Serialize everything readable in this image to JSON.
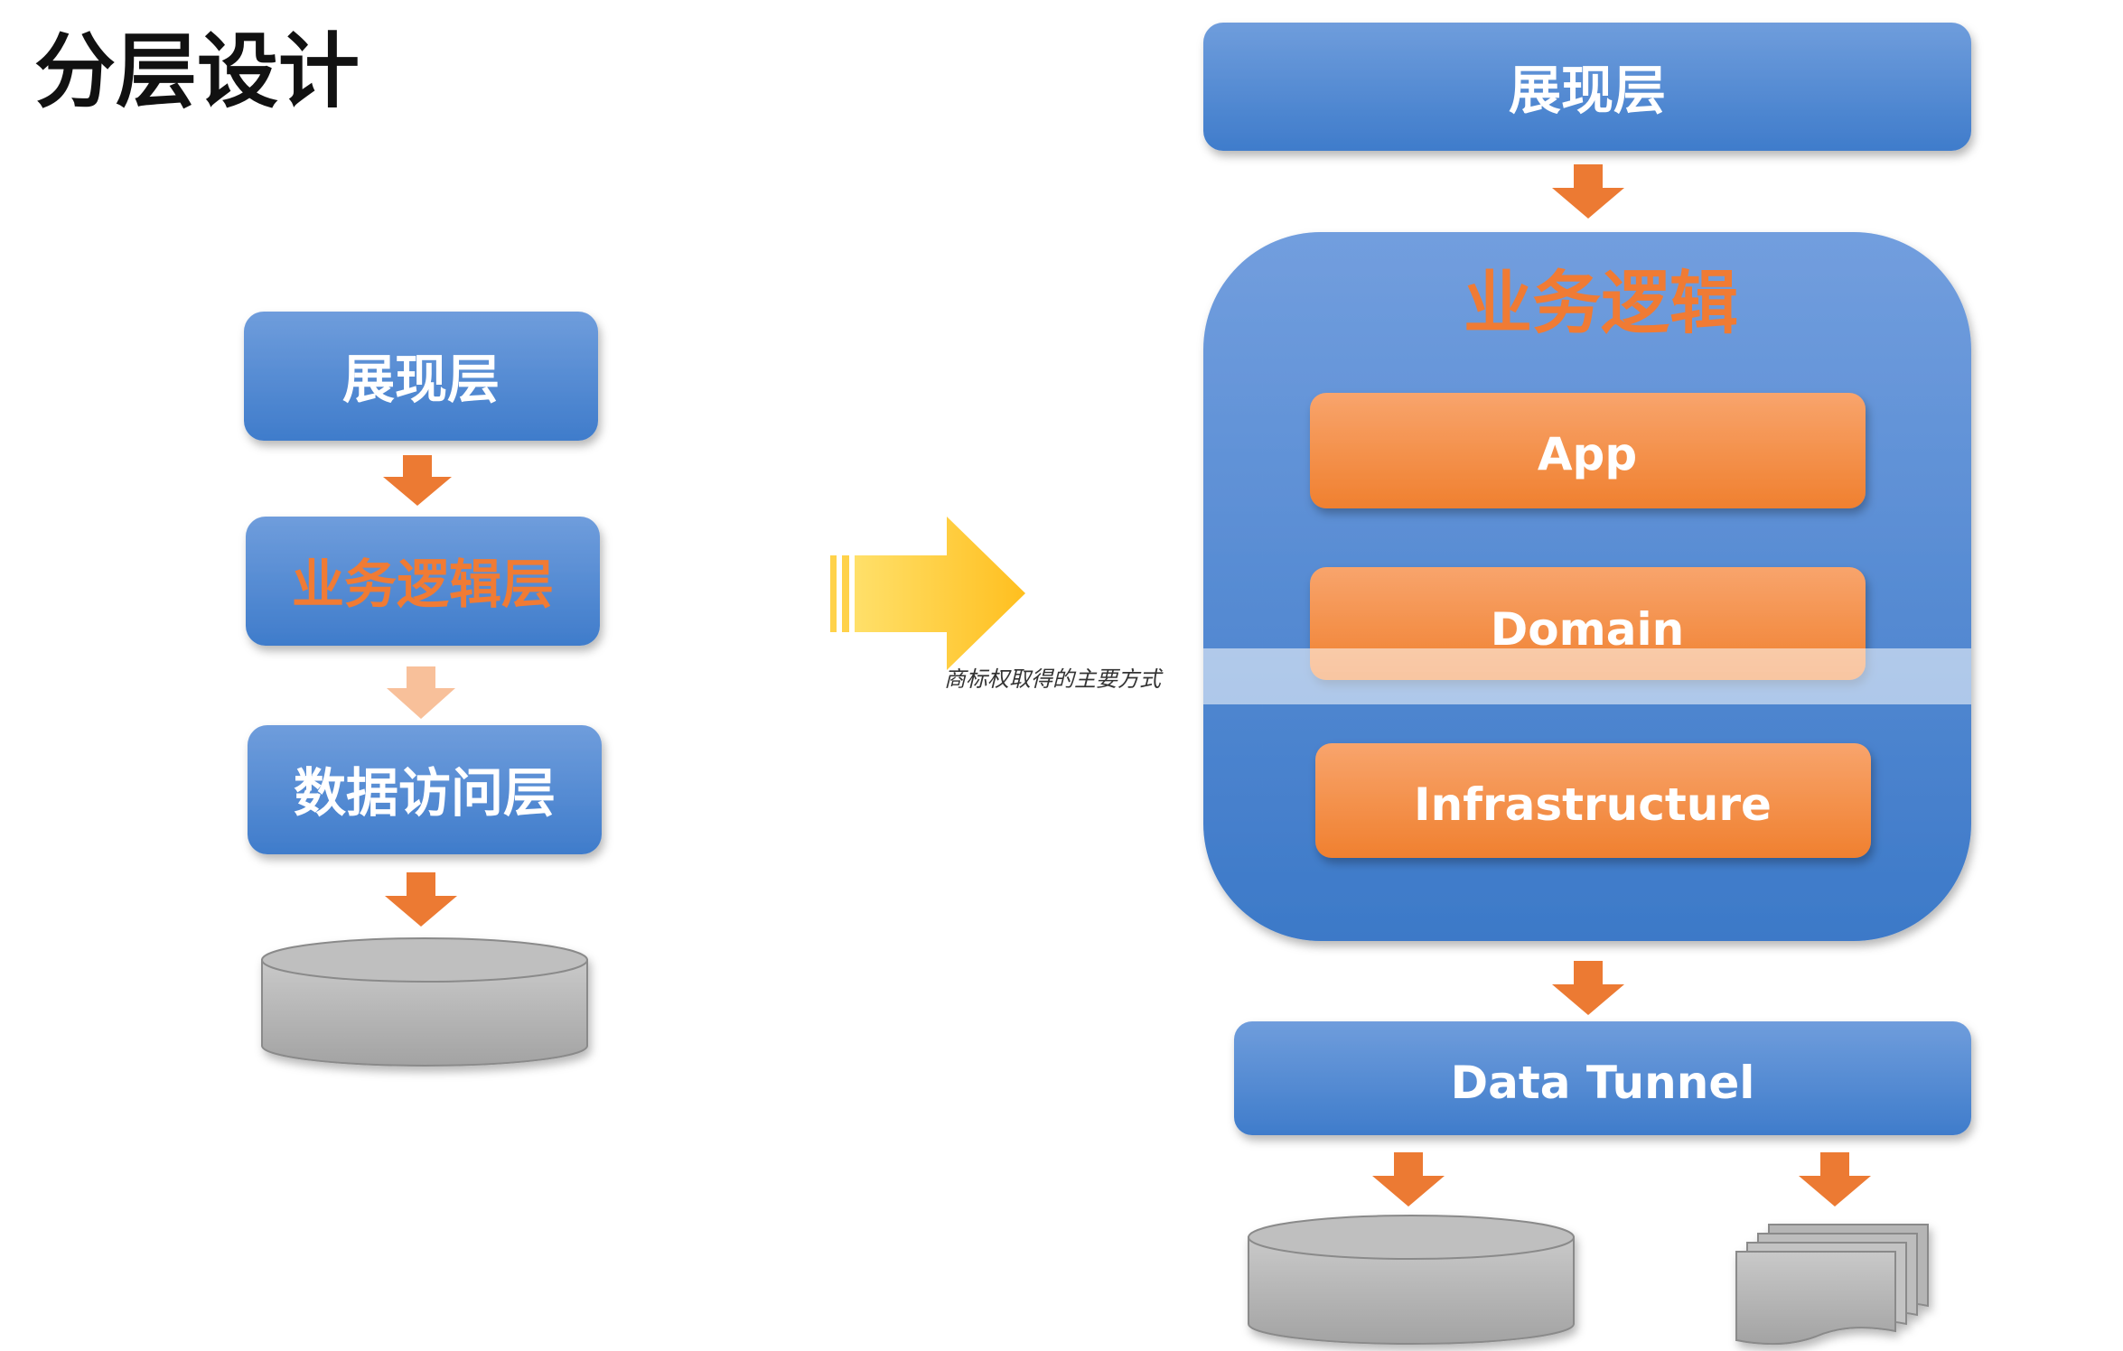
{
  "title": "分层设计",
  "left_stack": {
    "presentation": "展现层",
    "business": "业务逻辑层",
    "data_access": "数据访问层"
  },
  "right_stack": {
    "presentation": "展现层",
    "business_group": "业务逻辑",
    "app": "App",
    "domain": "Domain",
    "infrastructure": "Infrastructure",
    "data_tunnel": "Data Tunnel"
  },
  "overlay_note": "商标权取得的主要方式",
  "colors": {
    "blue_box": "#4a86d4",
    "orange_box": "#f58a3c",
    "accent_text": "#f07b34",
    "arrow": "#ec7a33",
    "yellow_arrow": "#ffc72c",
    "storage_gray": "#b8b8b8"
  }
}
